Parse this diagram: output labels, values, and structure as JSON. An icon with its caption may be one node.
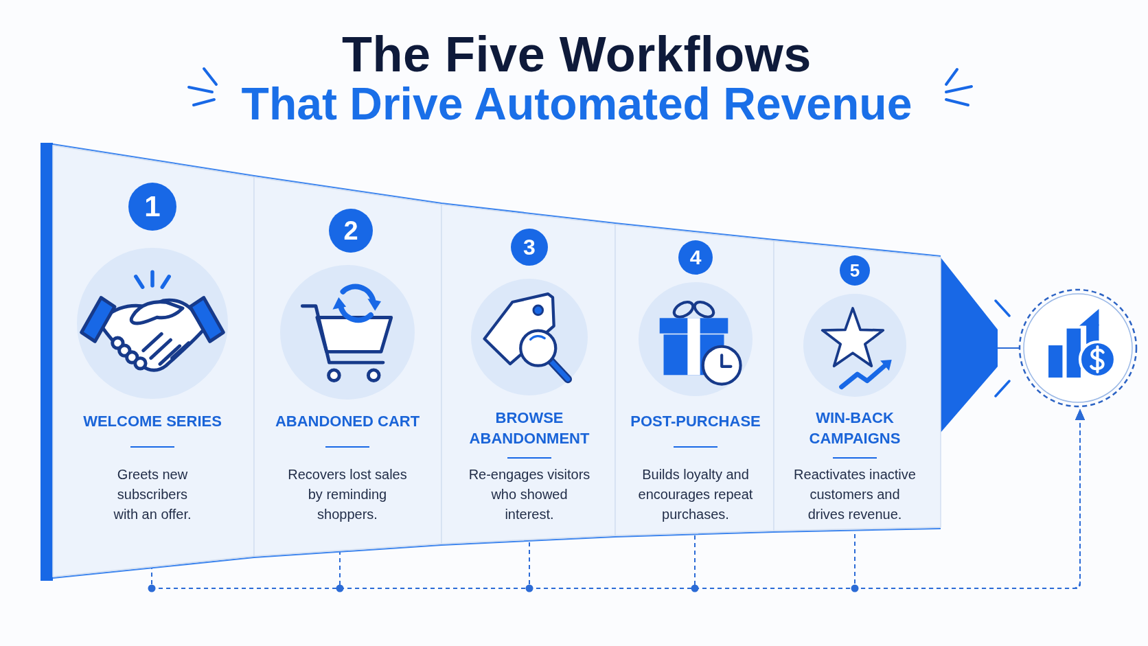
{
  "diagram": {
    "title": "The Five Workflows",
    "nodes": [
      {
        "text": [],
        "shape": "funnel"
      },
      {
        "text": [
          "WELCOME SERIES",
          "Greets new subscribers with an offer."
        ],
        "in": 0
      },
      {
        "text": [
          "1"
        ],
        "in": 1
      },
      {
        "text": [
          "ABANDONED CART",
          "Recovers lost sales by reminding shoppers."
        ],
        "in": 0
      },
      {
        "text": [
          "2"
        ],
        "in": 3
      },
      {
        "text": [
          "BROWSE ABANDONMENT",
          "Re-engages visitors who showed interest."
        ],
        "in": 0
      },
      {
        "text": [
          "3"
        ],
        "in": 5
      },
      {
        "text": [
          "POST-PURCHASE",
          "Builds loyalty and encourages repeat purchases."
        ],
        "in": 0
      },
      {
        "text": [
          "4"
        ],
        "in": 7
      },
      {
        "text": [
          "WIN-BACK CAMPAIGNS",
          "Reactivates inactive customers and drives revenue."
        ],
        "in": 0
      },
      {
        "text": [
          "5"
        ],
        "in": 9
      },
      {
        "text": [],
        "shape": "circle"
      }
    ],
    "edges": [
      {
        "from": 1,
        "to": 11,
        "arrow": "to",
        "style": "dashed"
      },
      {
        "from": 3,
        "to": 11,
        "arrow": "to",
        "style": "dashed"
      },
      {
        "from": 5,
        "to": 11,
        "arrow": "to",
        "style": "dashed"
      },
      {
        "from": 7,
        "to": 11,
        "arrow": "to",
        "style": "dashed"
      },
      {
        "from": 9,
        "to": 11,
        "arrow": "to",
        "style": "dashed"
      },
      {
        "from": 0,
        "to": 11,
        "arrow": "none"
      }
    ],
    "labels": [
      "That Drive Automated Revenue"
    ]
  }
}
